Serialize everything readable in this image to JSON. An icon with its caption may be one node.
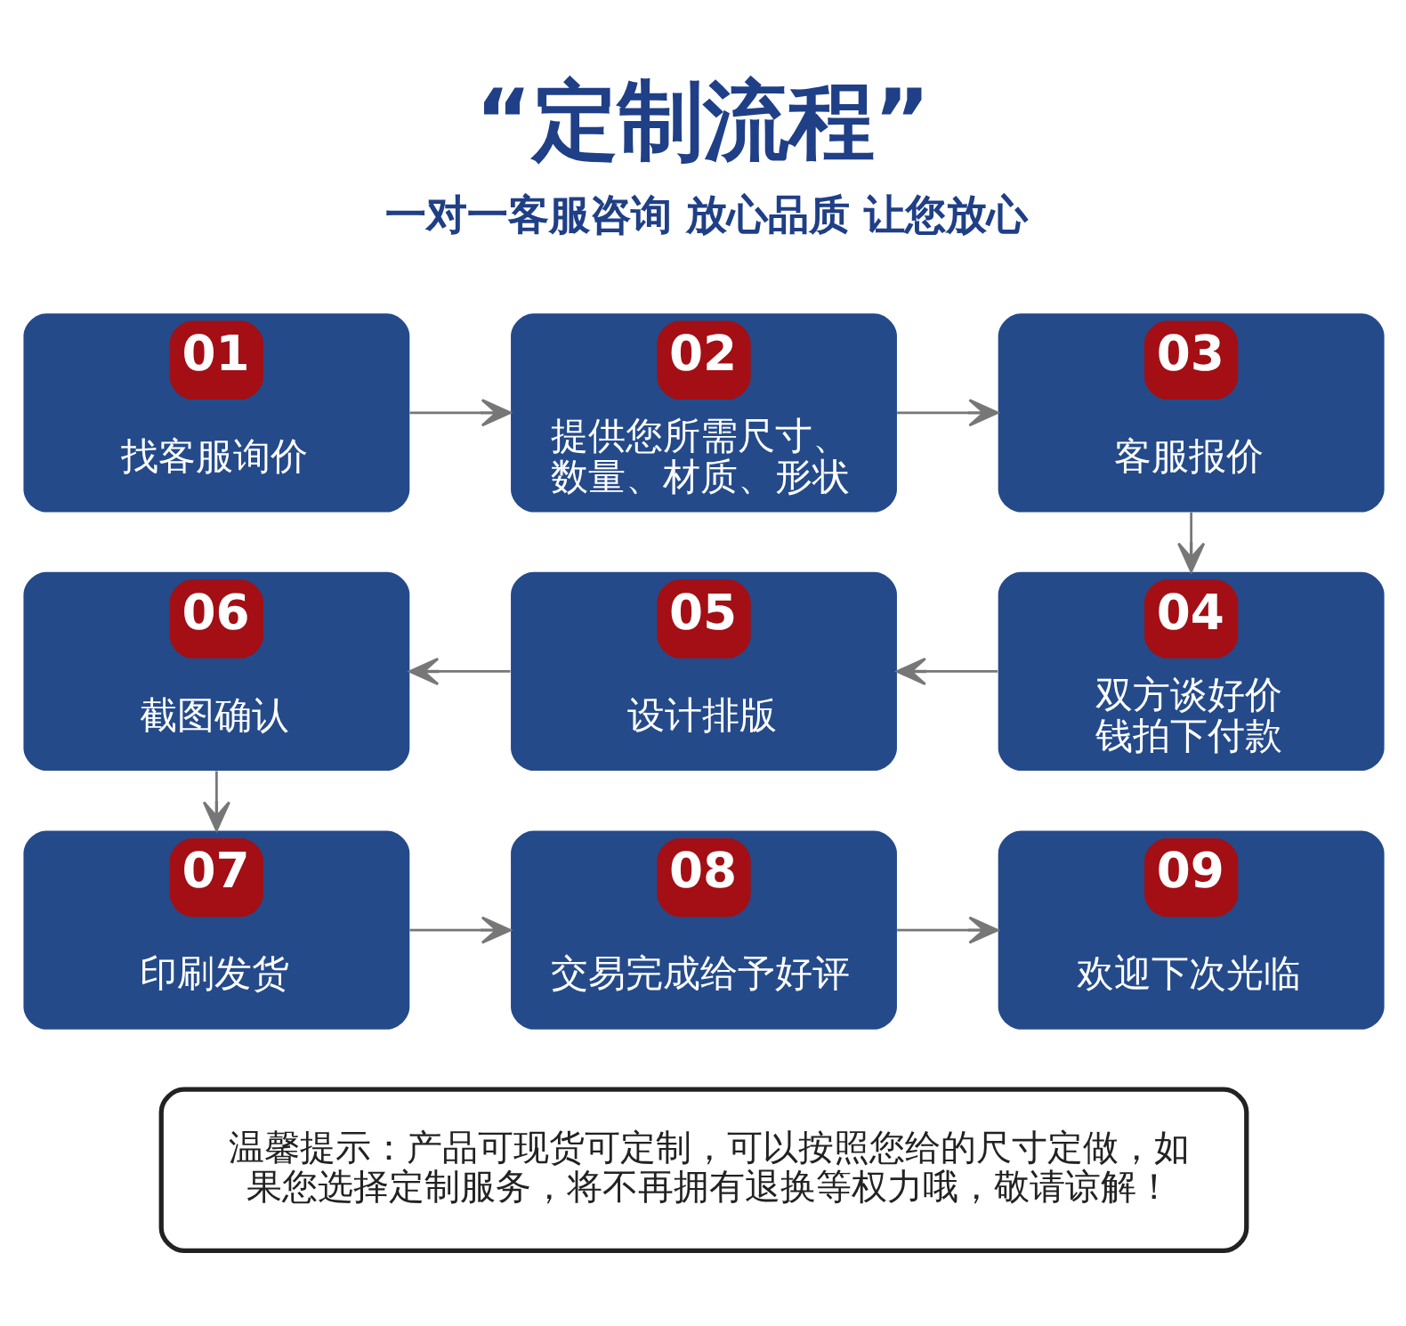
{
  "diagram": {
    "title": "“定制流程”",
    "nodes": [
      {
        "text": [
          "01",
          "找客服询价"
        ]
      },
      {
        "text": [
          "02",
          "提供您所需尺寸、数量、材质、形状"
        ]
      },
      {
        "text": [
          "03",
          "客服报价"
        ]
      },
      {
        "text": [
          "04",
          "双方谈好价钱拍下付款"
        ]
      },
      {
        "text": [
          "05",
          "设计排版"
        ]
      },
      {
        "text": [
          "06",
          "截图确认"
        ]
      },
      {
        "text": [
          "07",
          "印刷发货"
        ]
      },
      {
        "text": [
          "08",
          "交易完成给予好评"
        ]
      },
      {
        "text": [
          "09",
          "欢迎下次光临"
        ]
      },
      {
        "text": [
          "温馨提示：产品可现货可定制，可以按照您给的尺寸定做，如果您选择定制服务，将不再拥有退换等权力哦，敬请谅解！"
        ]
      }
    ],
    "edges": [
      {
        "from": 0,
        "to": 1,
        "arrow": "to"
      },
      {
        "from": 1,
        "to": 2,
        "arrow": "to"
      },
      {
        "from": 2,
        "to": 3,
        "arrow": "to"
      },
      {
        "from": 3,
        "to": 4,
        "arrow": "to"
      },
      {
        "from": 4,
        "to": 5,
        "arrow": "to"
      },
      {
        "from": 5,
        "to": 6,
        "arrow": "to"
      },
      {
        "from": 6,
        "to": 7,
        "arrow": "to"
      },
      {
        "from": 7,
        "to": 8,
        "arrow": "to"
      }
    ],
    "labels": [
      "一对一客服咨询 放心品质 让您放心"
    ]
  }
}
